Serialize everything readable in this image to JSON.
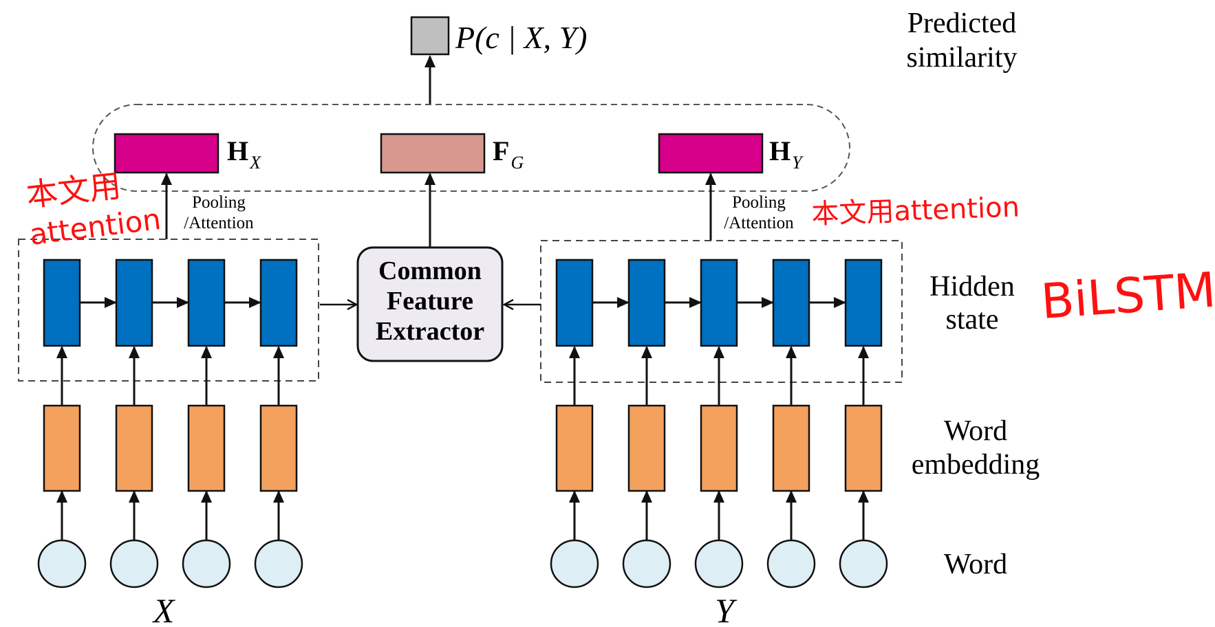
{
  "output": {
    "expression": "P(c | X, Y)",
    "row_label_line1": "Predicted",
    "row_label_line2": "similarity"
  },
  "features": {
    "hx_main": "H",
    "hx_sub": "X",
    "fg_main": "F",
    "fg_sub": "G",
    "hy_main": "H",
    "hy_sub": "Y"
  },
  "pooling": {
    "left_line1": "Pooling",
    "left_line2": "/Attention",
    "right_line1": "Pooling",
    "right_line2": "/Attention"
  },
  "extractor": {
    "line1": "Common",
    "line2": "Feature",
    "line3": "Extractor"
  },
  "row_labels": {
    "hidden_line1": "Hidden",
    "hidden_line2": "state",
    "embedding_line1": "Word",
    "embedding_line2": "embedding",
    "word": "Word"
  },
  "inputs": {
    "left": "X",
    "right": "Y"
  },
  "annotations": {
    "left_line1": "本文用",
    "left_line2": "attention",
    "right": "本文用attention",
    "bilstm": "BiLSTM"
  },
  "colors": {
    "hidden": "#0070C0",
    "embedding": "#F4A15E",
    "word_node": "#DDEEF4",
    "h_vector": "#D6008A",
    "fg_vector": "#D89890",
    "output_box": "#BFBFBF",
    "extractor_fill": "#EDEAF2",
    "annotation": "#FF1010"
  }
}
